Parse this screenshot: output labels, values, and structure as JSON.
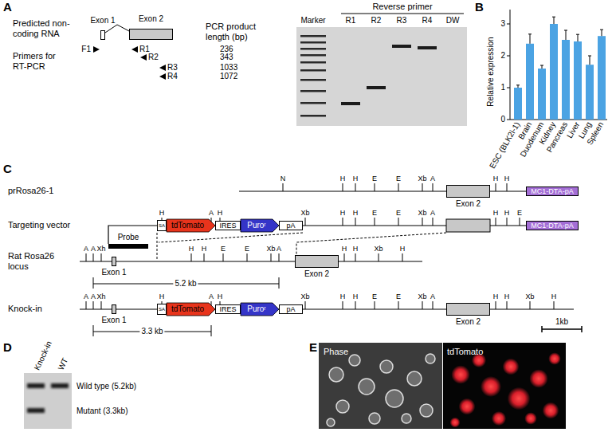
{
  "diagram": {
    "nodes": [
      {
        "text": [
          "Exon 1"
        ]
      },
      {
        "text": [
          "Exon 2"
        ]
      },
      {
        "text": [
          "Exon 2"
        ]
      },
      {
        "text": [
          "MC1-DTA-pA"
        ]
      },
      {
        "text": [
          "SA"
        ]
      },
      {
        "text": [
          "tdTomato"
        ]
      },
      {
        "text": [
          "IRES"
        ]
      },
      {
        "text": [
          "Puroʳ"
        ]
      },
      {
        "text": [
          "pA"
        ]
      },
      {
        "text": [
          "MC1-DTA-pA"
        ]
      },
      {
        "text": [
          "Exon 1"
        ]
      },
      {
        "text": [
          "Exon 2"
        ]
      },
      {
        "text": [
          "Exon 1"
        ]
      },
      {
        "text": [
          "SA"
        ]
      },
      {
        "text": [
          "tdTomato"
        ]
      },
      {
        "text": [
          "IRES"
        ]
      },
      {
        "text": [
          "Puroʳ"
        ]
      },
      {
        "text": [
          "pA"
        ]
      },
      {
        "text": [
          "Exon 2"
        ]
      }
    ],
    "edges": [
      {
        "from": 0,
        "to": 1,
        "arrow": "none"
      }
    ],
    "labels": [
      "A",
      "Predicted non-coding RNA",
      "PCR product length (bp)",
      "Primers for RT-PCR",
      "F1",
      "R1",
      "R2",
      "R3",
      "R4",
      "236",
      "343",
      "1033",
      "1072",
      "Reverse primer",
      "Marker",
      "R1",
      "R2",
      "R3",
      "R4",
      "DW",
      "B",
      "Relative expression",
      "0",
      "1",
      "2",
      "3",
      "ESC (BLK2i-1)",
      "Brain",
      "Duodenum",
      "Kidney",
      "Pancreas",
      "Liver",
      "Lung",
      "Spleen",
      "C",
      "prRosa26-1",
      "N",
      "H",
      "H",
      "E",
      "E",
      "Xb",
      "A",
      "H",
      "H",
      "Targeting vector",
      "H",
      "A",
      "H",
      "Xb",
      "H",
      "H",
      "E",
      "E",
      "Xb",
      "A",
      "H",
      "H",
      "E",
      "Probe",
      "Rat Rosa26 locus",
      "A",
      "A",
      "Xh",
      "H",
      "H",
      "E",
      "E",
      "Xb",
      "A",
      "H",
      "H",
      "Xb",
      "H",
      "5.2 kb",
      "Knock-in",
      "A",
      "A",
      "Xh",
      "H",
      "A",
      "H",
      "Xb",
      "H",
      "H",
      "E",
      "E",
      "Xb",
      "A",
      "H",
      "H",
      "Xb",
      "H",
      "3.3 kb",
      "1kb",
      "D",
      "Knock-in",
      "WT",
      "Wild type (5.2kb)",
      "Mutant (3.3kb)",
      "E",
      "Phase",
      "tdTomato"
    ]
  }
}
